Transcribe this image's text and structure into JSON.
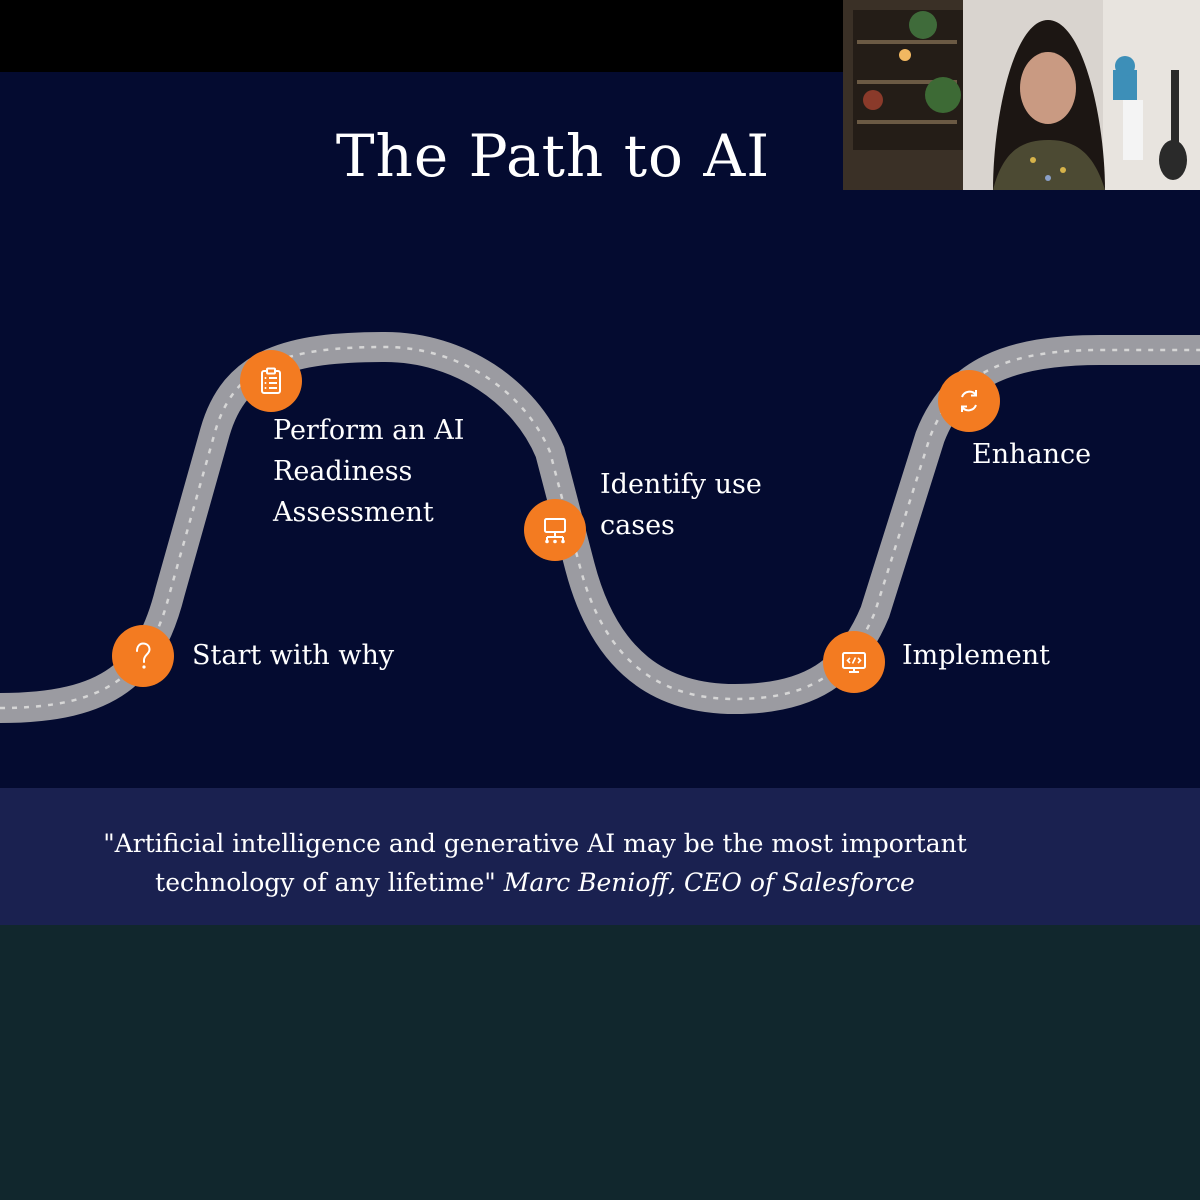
{
  "slide": {
    "title": "The Path to AI",
    "milestones": [
      {
        "label_lines": [
          "Start with why"
        ],
        "icon": "question-mark-icon"
      },
      {
        "label_lines": [
          "Perform an AI",
          "Readiness",
          "Assessment"
        ],
        "icon": "clipboard-checklist-icon"
      },
      {
        "label_lines": [
          "Identify use",
          "cases"
        ],
        "icon": "presentation-network-icon"
      },
      {
        "label_lines": [
          "Implement"
        ],
        "icon": "monitor-code-icon"
      },
      {
        "label_lines": [
          "Enhance"
        ],
        "icon": "refresh-cycle-icon"
      }
    ],
    "quote": {
      "text": "\"Artificial intelligence and generative AI may be the most important technology of any lifetime\"",
      "attribution": "Marc Benioff, CEO of Salesforce"
    }
  },
  "colors": {
    "slide_background": "#040b30",
    "road": "#9b9ba1",
    "road_dashes": "#d6d6d6",
    "accent_orange": "#f37b21",
    "quote_band": "#1a2150",
    "bottom_area": "#11272d"
  },
  "webcam": {
    "content": "presenter-video-feed"
  }
}
